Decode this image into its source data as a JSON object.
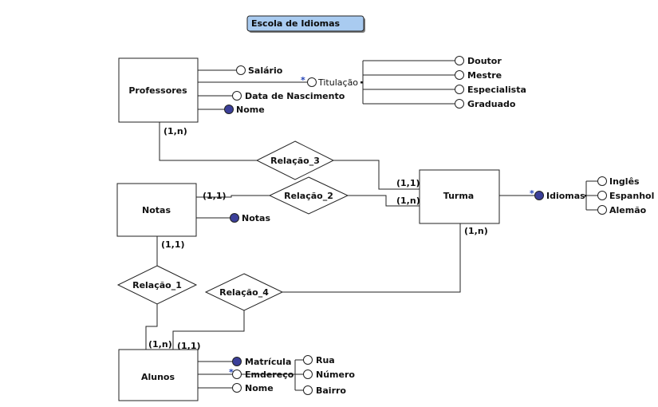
{
  "title": "Escola de Idiomas",
  "colors": {
    "title_bg": "#a9cbf0",
    "key_fill": "#3b3f99",
    "multi_star": "#1f3fb4"
  },
  "entities": {
    "professores": "Professores",
    "notas": "Notas",
    "turma": "Turma",
    "alunos": "Alunos"
  },
  "relations": {
    "r1": "Relação_1",
    "r2": "Relação_2",
    "r3": "Relação_3",
    "r4": "Relação_4"
  },
  "cardinalities": {
    "prof_r3": "(1,n)",
    "turma_r3": "(1,1)",
    "notas_r2": "(1,1)",
    "turma_r2": "(1,n)",
    "notas_r1": "(1,1)",
    "turma_r4": "(1,n)",
    "alunos_r1": "(1,n)",
    "alunos_r4": "(1,1)"
  },
  "attributes": {
    "salario": "Salário",
    "titulacao": "Titulação",
    "data_nasc": "Data de Nascimento",
    "nome_prof": "Nome",
    "doutor": "Doutor",
    "mestre": "Mestre",
    "especialista": "Especialista",
    "graduado": "Graduado",
    "notas_attr": "Notas",
    "idiomas": "Idiomas",
    "ingles": "Inglês",
    "espanhol": "Espanhol",
    "alemao": "Alemão",
    "matricula": "Matrícula",
    "endereco": "Emdereço",
    "nome_aluno": "Nome",
    "rua": "Rua",
    "numero": "Número",
    "bairro": "Bairro"
  },
  "multi_marker": "*"
}
